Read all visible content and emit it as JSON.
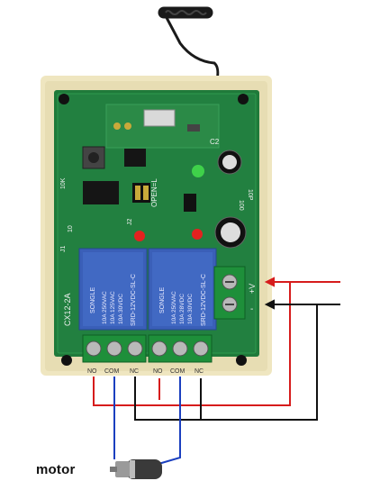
{
  "image": {
    "description_label": "motor",
    "board_texts": {
      "model": "CX12-2A",
      "open_label": "OPEN=L",
      "d_plus": "+V",
      "d_minus": "-",
      "relay_brand": "SONGLE",
      "relay_model": "SRD-12VDC-SL-C",
      "relay_ratings": [
        "10A 250VAC",
        "10A 125VAC",
        "10A 30VDC",
        "10A 28VDC"
      ],
      "c2": "C2",
      "r10k": "10K",
      "r10": "10",
      "r10p": "10P",
      "r100": "100",
      "j1": "J1",
      "j2": "J2"
    },
    "terminal_labels": {
      "no1": "NO",
      "com1": "COM",
      "nc1": "NC",
      "no2": "NO",
      "com2": "COM",
      "nc2": "NC"
    },
    "colors": {
      "pcb": "#1f7a3a",
      "pcb_light": "#2f9a4e",
      "case": "#efe6c0",
      "relay": "#3a5fb8",
      "wire_red": "#d61c1c",
      "wire_black": "#111111",
      "wire_blue": "#1b3fbf",
      "led_green": "#3fd14a",
      "led_red": "#e3221f"
    }
  }
}
